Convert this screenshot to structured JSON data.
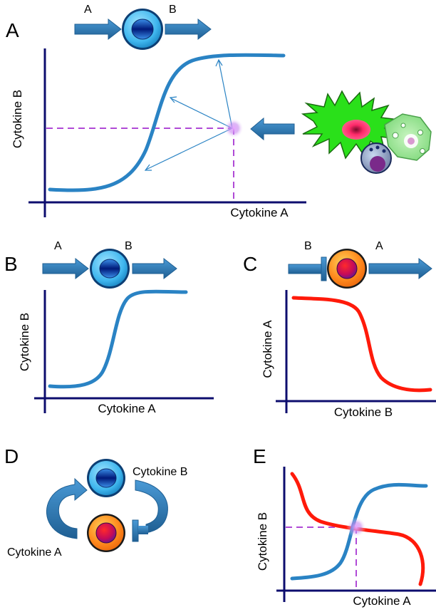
{
  "panels": {
    "A": {
      "letter": "A",
      "input_label": "A",
      "output_label": "B",
      "ylabel": "Cytokine B",
      "xlabel": "Cytokine A"
    },
    "B": {
      "letter": "B",
      "input_label": "A",
      "output_label": "B",
      "ylabel": "Cytokine B",
      "xlabel": "Cytokine A"
    },
    "C": {
      "letter": "C",
      "input_label": "B",
      "output_label": "A",
      "ylabel": "Cytokine A",
      "xlabel": "Cytokine B"
    },
    "D": {
      "letter": "D",
      "top_label": "Cytokine B",
      "bottom_label": "Cytokine A"
    },
    "E": {
      "letter": "E",
      "ylabel": "Cytokine B",
      "xlabel": "Cytokine A"
    }
  },
  "colors": {
    "blue_curve": "#2a83c4",
    "red_curve": "#ff1a0a",
    "axis": "#0d0d6e",
    "dashed": "#b04ad6",
    "arrow": "#2874ab"
  }
}
